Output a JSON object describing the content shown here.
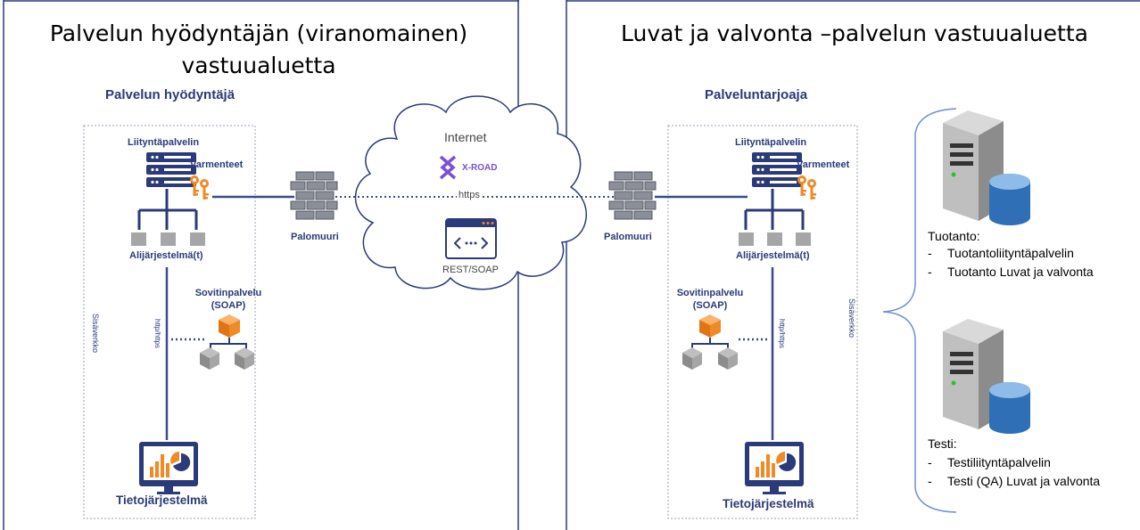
{
  "left_panel": {
    "title_line1": "Palvelun hyödyntäjän (viranomainen)",
    "title_line2": "vastuualuetta",
    "section_title": "Palvelun hyödyntäjä",
    "server_label": "Liityntäpalvelin",
    "certs_label": "Varmenteet",
    "subsystems_label": "Alijärjestelmä(t)",
    "adapter_label_line1": "Sovitinpalvelu",
    "adapter_label_line2": "(SOAP)",
    "network_label": "Sisäverkko",
    "protocol_label": "http/https",
    "firewall_label": "Palomuuri",
    "system_label": "Tietojärjestelmä"
  },
  "cloud": {
    "title": "Internet",
    "xroad_label": "X-ROAD",
    "https_label": "https",
    "api_label": "REST/SOAP"
  },
  "right_panel": {
    "title": "Luvat ja valvonta –palvelun vastuualuetta",
    "section_title": "Palveluntarjoaja",
    "server_label": "Liityntäpalvelin",
    "certs_label": "Varmenteet",
    "subsystems_label": "Alijärjestelmä(t)",
    "adapter_label_line1": "Sovitinpalvelu",
    "adapter_label_line2": "(SOAP)",
    "network_label": "Sisäverkko",
    "protocol_label": "http/https",
    "firewall_label": "Palomuuri",
    "system_label": "Tietojärjestelmä"
  },
  "servers": {
    "production": {
      "title": "Tuotanto:",
      "items": [
        "Tuotantoliityntäpalvelin",
        "Tuotanto Luvat ja valvonta"
      ]
    },
    "test": {
      "title": "Testi:",
      "items": [
        "Testiliityntäpalvelin",
        "Testi (QA) Luvat ja valvonta"
      ]
    }
  },
  "colors": {
    "navy": "#2b3a78",
    "line": "#3b4a8c",
    "orange": "#f08a24",
    "purple": "#7b4fd6",
    "gray_box": "#a6a6a6"
  }
}
